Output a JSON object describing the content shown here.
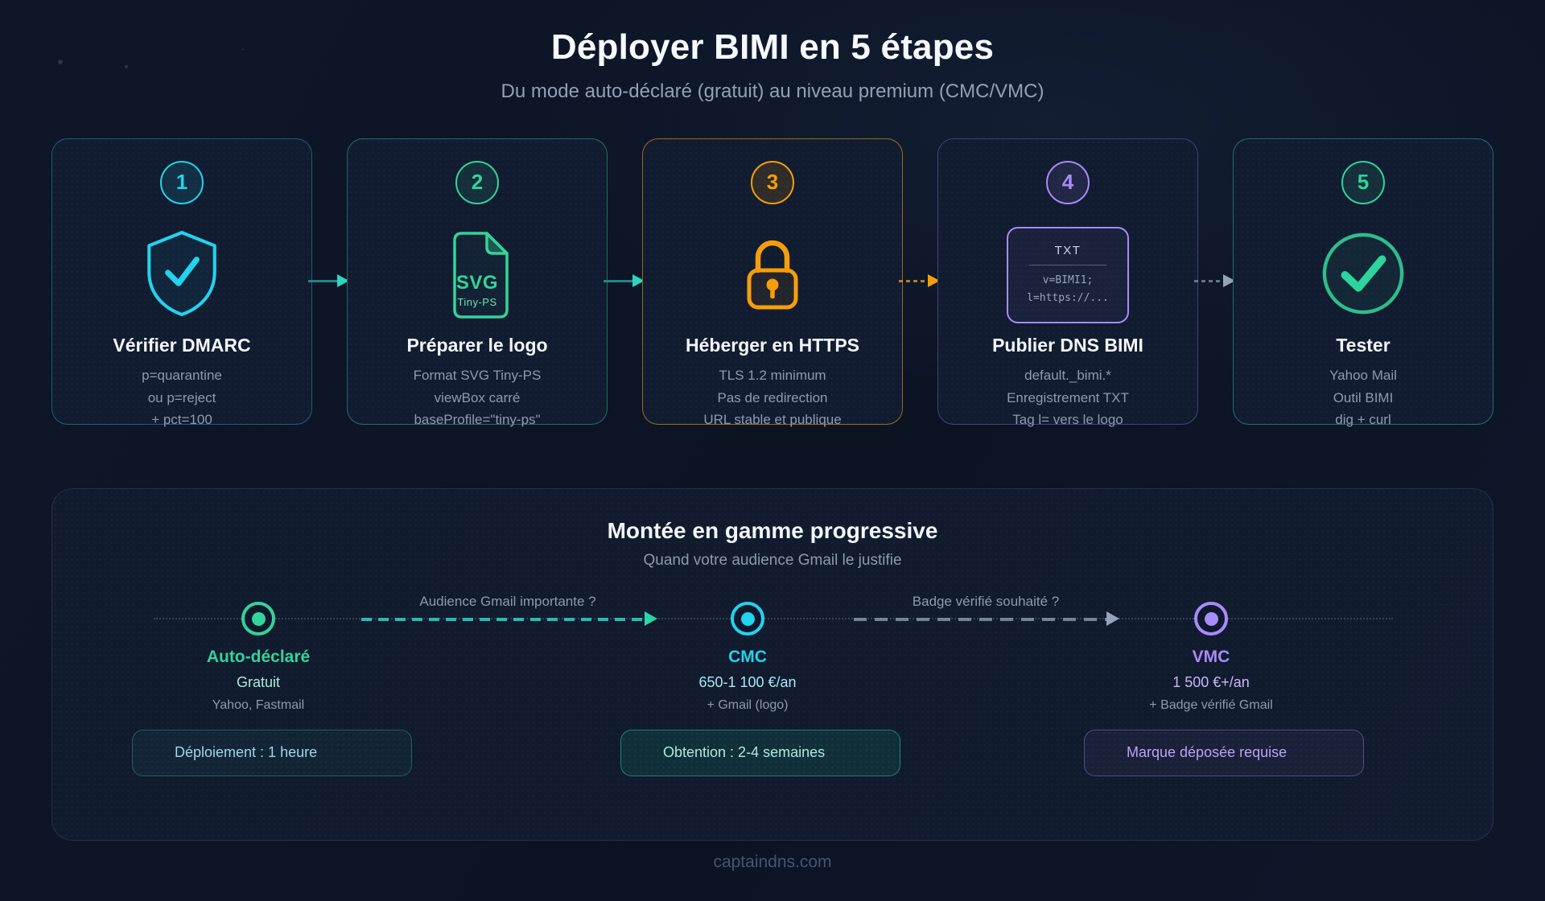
{
  "header": {
    "title": "Déployer BIMI en 5 étapes",
    "subtitle": "Du mode auto-déclaré (gratuit) au niveau premium (CMC/VMC)"
  },
  "steps": [
    {
      "number": "1",
      "icon": "shield-check-icon",
      "title": "Vérifier DMARC",
      "lines": [
        "p=quarantine",
        "ou p=reject",
        "+ pct=100"
      ],
      "accent": "#22d3ee"
    },
    {
      "number": "2",
      "icon": "svg-file-icon",
      "icon_text": "SVG",
      "icon_subtext": "Tiny-PS",
      "title": "Préparer le logo",
      "lines": [
        "Format SVG Tiny-PS",
        "viewBox carré",
        "baseProfile=\"tiny-ps\""
      ],
      "accent": "#34d399"
    },
    {
      "number": "3",
      "icon": "lock-icon",
      "title": "Héberger en HTTPS",
      "lines": [
        "TLS 1.2 minimum",
        "Pas de redirection",
        "URL stable et publique"
      ],
      "accent": "#f59e0b"
    },
    {
      "number": "4",
      "icon": "dns-txt-record-icon",
      "icon_label": "TXT",
      "icon_code": [
        "v=BIMI1;",
        "l=https://..."
      ],
      "title": "Publier DNS BIMI",
      "lines": [
        "default._bimi.*",
        "Enregistrement TXT",
        "Tag l= vers le logo"
      ],
      "accent": "#a78bfa"
    },
    {
      "number": "5",
      "icon": "check-circle-icon",
      "title": "Tester",
      "lines": [
        "Yahoo Mail",
        "Outil BIMI",
        "dig + curl"
      ],
      "accent": "#2dd49c"
    }
  ],
  "upgrade": {
    "title": "Montée en gamme progressive",
    "subtitle": "Quand votre audience Gmail le justifie",
    "transitions": [
      {
        "label": "Audience Gmail importante ?"
      },
      {
        "label": "Badge vérifié souhaité ?"
      }
    ],
    "tiers": [
      {
        "name": "Auto-déclaré",
        "price": "Gratuit",
        "note": "Yahoo, Fastmail",
        "badge": "Déploiement : 1 heure",
        "accent": "#34d399"
      },
      {
        "name": "CMC",
        "price": "650-1 100 €/an",
        "note": "+ Gmail (logo)",
        "badge": "Obtention : 2-4 semaines",
        "accent": "#22d3ee"
      },
      {
        "name": "VMC",
        "price": "1 500 €+/an",
        "note": "+ Badge vérifié Gmail",
        "badge": "Marque déposée requise",
        "accent": "#a78bfa"
      }
    ]
  },
  "footer": {
    "site": "captaindns.com"
  },
  "colors": {
    "background": "#0d1526",
    "cyan": "#22d3ee",
    "green": "#34d399",
    "amber": "#f59e0b",
    "purple": "#a78bfa",
    "text_muted": "#8d9aae"
  }
}
